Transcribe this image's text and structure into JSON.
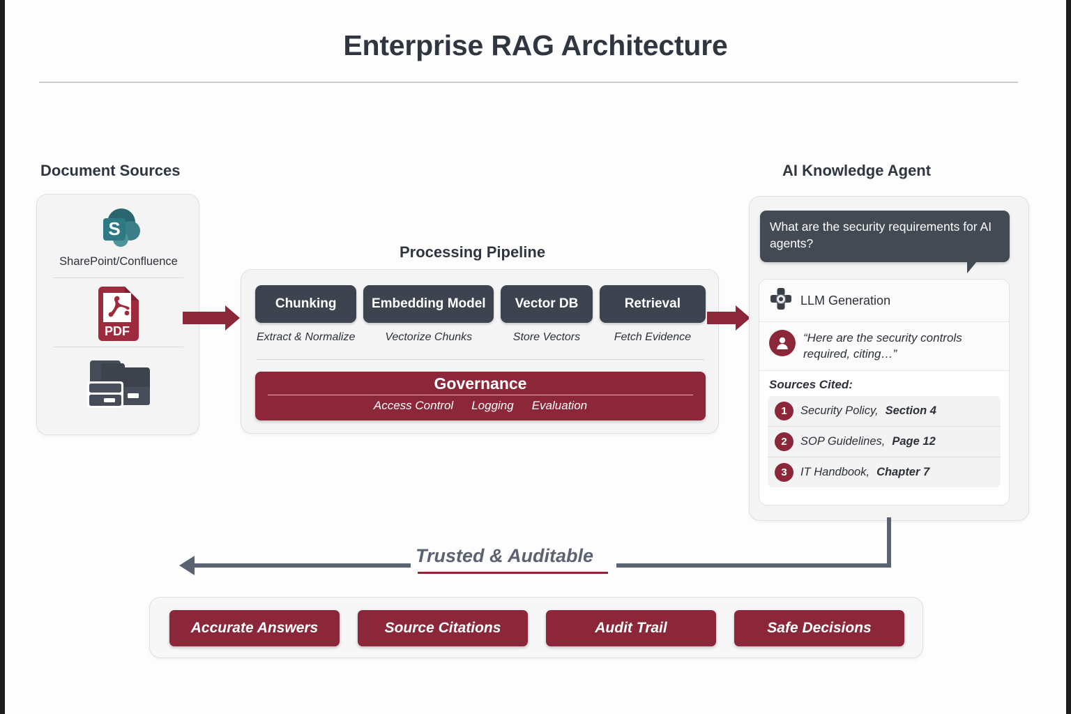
{
  "title": "Enterprise RAG Architecture",
  "sources": {
    "heading": "Document Sources",
    "items": [
      {
        "icon": "sharepoint-icon",
        "label": "SharePoint/Confluence"
      },
      {
        "icon": "pdf-file-icon",
        "label": "PDF"
      },
      {
        "icon": "archive-boxes-icon",
        "label": ""
      }
    ]
  },
  "pipeline": {
    "heading": "Processing Pipeline",
    "stages": [
      {
        "name": "Chunking",
        "caption": "Extract & Normalize"
      },
      {
        "name": "Embedding Model",
        "caption": "Vectorize Chunks"
      },
      {
        "name": "Vector DB",
        "caption": "Store Vectors"
      },
      {
        "name": "Retrieval",
        "caption": "Fetch Evidence"
      }
    ],
    "governance": {
      "title": "Governance",
      "items": [
        "Access Control",
        "Logging",
        "Evaluation"
      ]
    }
  },
  "agent": {
    "heading": "AI Knowledge Agent",
    "question": "What are the security requirements for AI agents?",
    "llm_label": "LLM Generation",
    "llm_icon": "network-nodes-icon",
    "answer_icon": "user-avatar-icon",
    "answer": "“Here are the security controls required, citing…”",
    "sources_title": "Sources Cited:",
    "citations": [
      {
        "num": "1",
        "source": "Security Policy,",
        "locator": "Section 4"
      },
      {
        "num": "2",
        "source": "SOP Guidelines,",
        "locator": "Page 12"
      },
      {
        "num": "3",
        "source": "IT Handbook,",
        "locator": "Chapter 7"
      }
    ]
  },
  "feedback": {
    "label": "Trusted & Auditable"
  },
  "outcomes": {
    "items": [
      "Accurate Answers",
      "Source Citations",
      "Audit Trail",
      "Safe Decisions"
    ]
  },
  "colors": {
    "accent_crimson": "#8c2639",
    "dark_slate": "#3d4450",
    "text_slate": "#2f3640",
    "line_gray": "#5b6271",
    "sharepoint_teal": "#2e6f78"
  }
}
